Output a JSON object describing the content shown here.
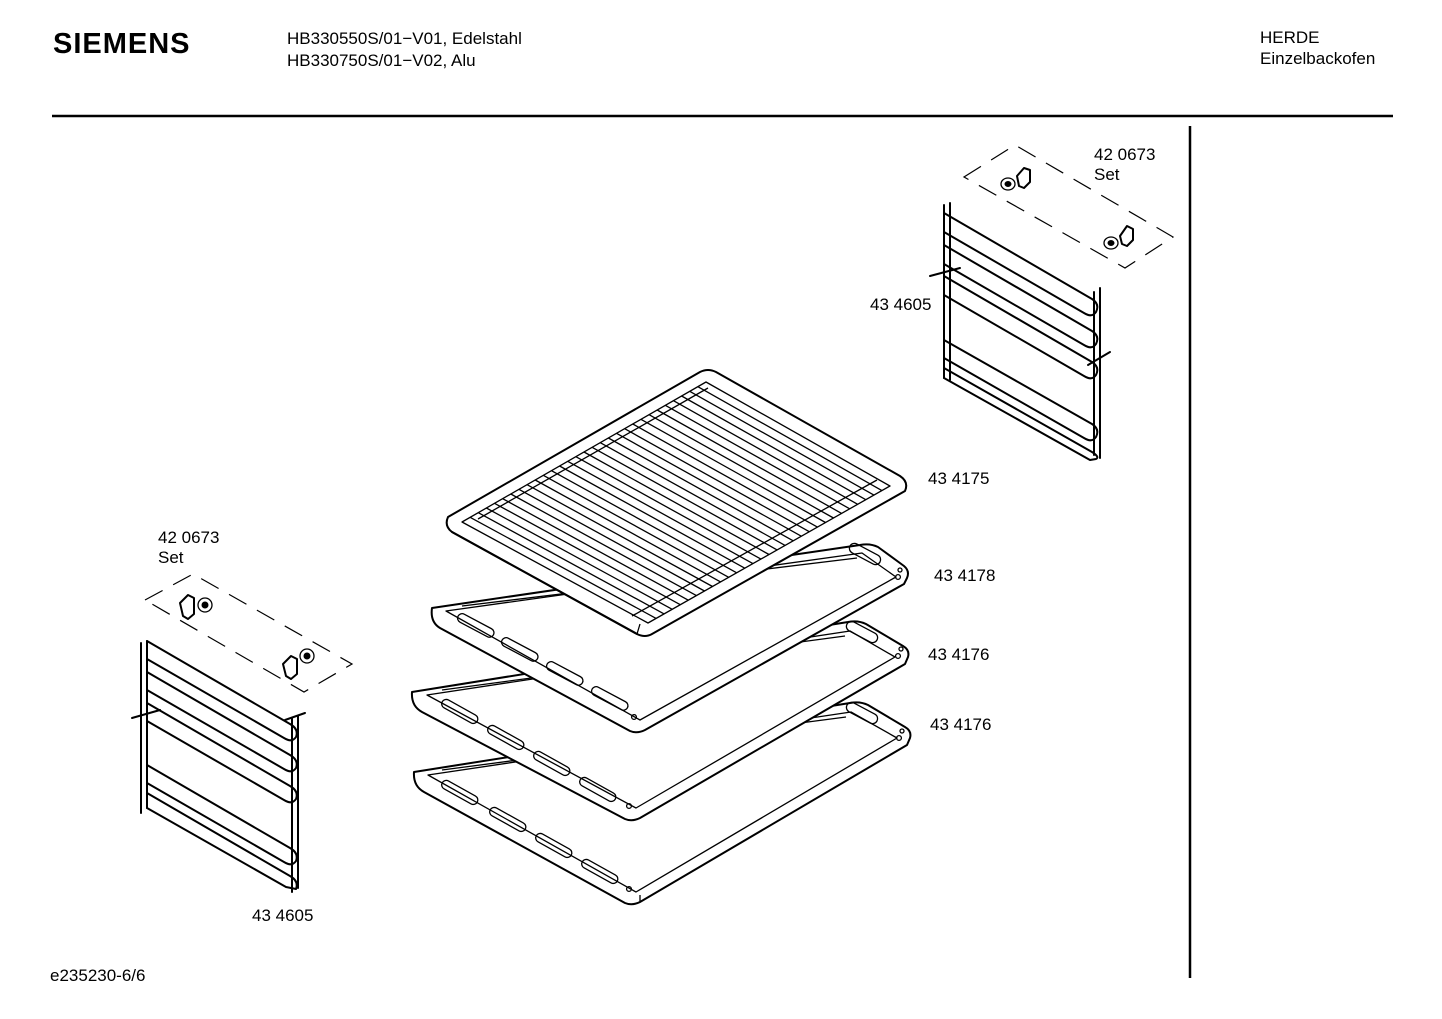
{
  "header": {
    "brand": "SIEMENS",
    "model_lines": [
      "HB330550S/01−V01, Edelstahl",
      "HB330750S/01−V02, Alu"
    ],
    "category_lines": [
      "HERDE",
      "Einzelbackofen"
    ]
  },
  "parts": {
    "set_right": {
      "number": "42 0673",
      "note": "Set"
    },
    "rack_right": {
      "number": "43 4605"
    },
    "grid_shelf": {
      "number": "43 4175"
    },
    "tray_top": {
      "number": "43 4178"
    },
    "tray_middle": {
      "number": "43 4176"
    },
    "tray_bottom": {
      "number": "43 4176"
    },
    "set_left": {
      "number": "42 0673",
      "note": "Set"
    },
    "rack_left": {
      "number": "43 4605"
    }
  },
  "footer": {
    "doc_id": "e235230-6/6"
  }
}
